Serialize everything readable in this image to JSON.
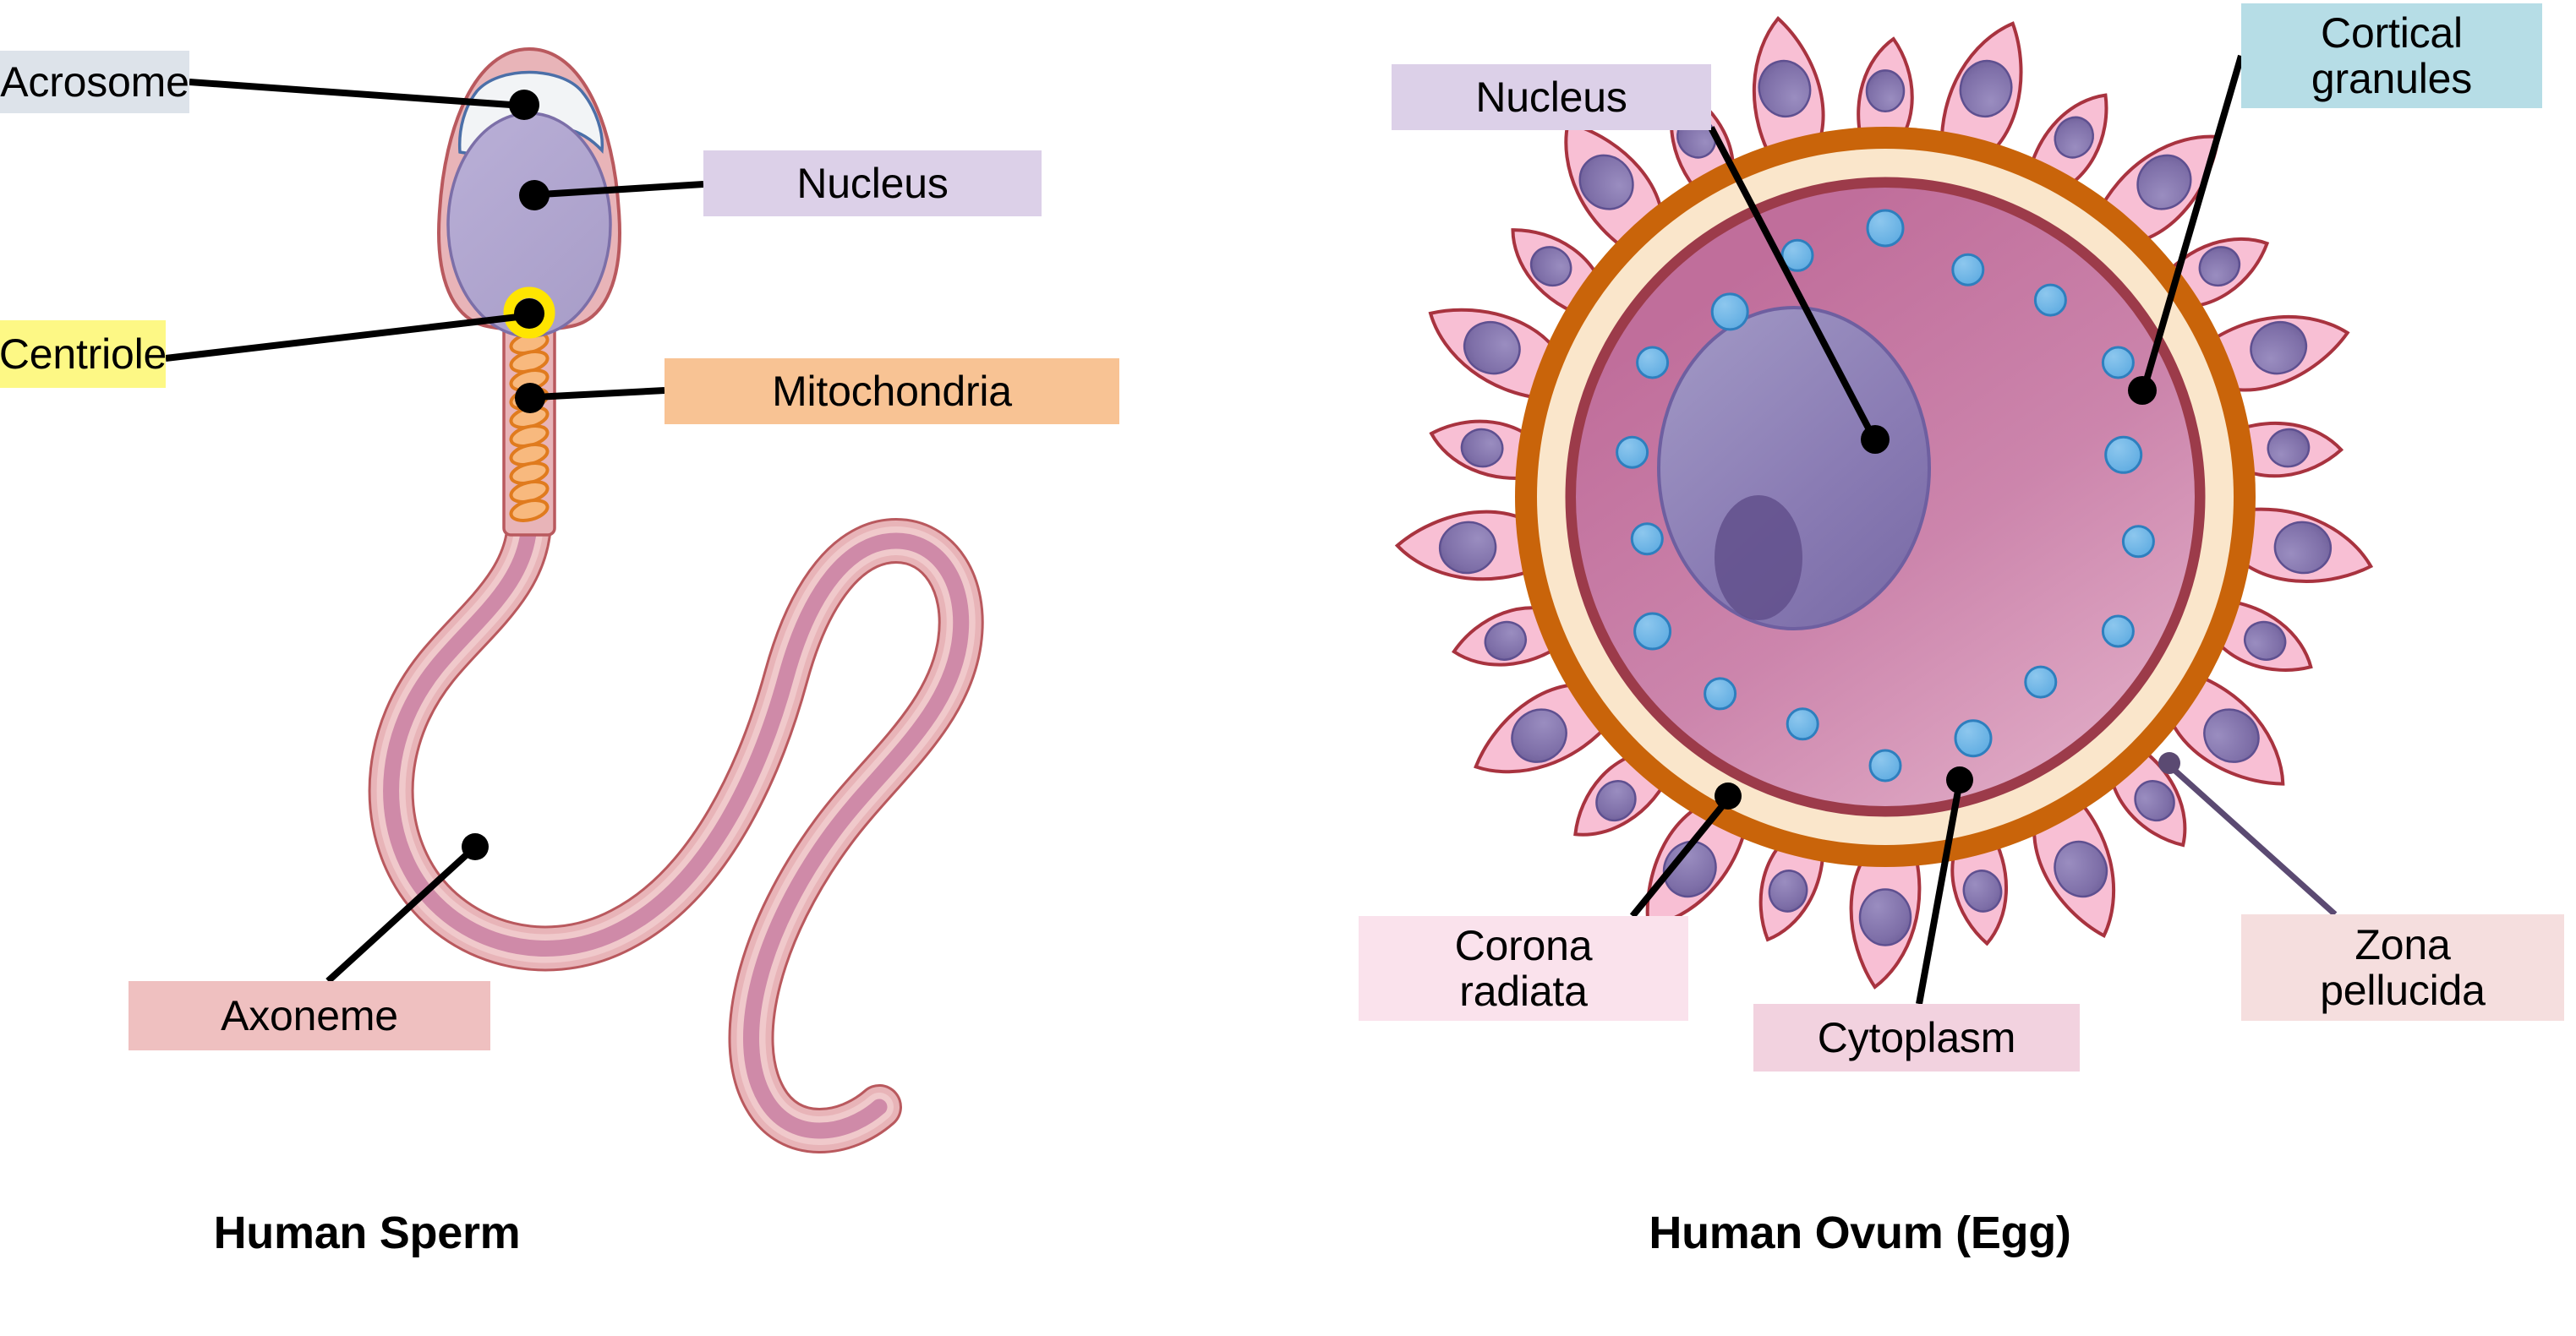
{
  "panels": [
    {
      "id": "sperm",
      "title": "Human Sperm",
      "labels": [
        {
          "id": "acrosome",
          "text": "Acrosome",
          "bg": "#DDE3EA",
          "leader_color": "#000000"
        },
        {
          "id": "nucleus",
          "text": "Nucleus",
          "bg": "#DCD0E8",
          "leader_color": "#000000"
        },
        {
          "id": "centriole",
          "text": "Centriole",
          "bg": "#FDF885",
          "leader_color": "#000000"
        },
        {
          "id": "mitochondria",
          "text": "Mitochondria",
          "bg": "#F8C394",
          "leader_color": "#000000"
        },
        {
          "id": "axoneme",
          "text": "Axoneme",
          "bg": "#EFC0C0",
          "leader_color": "#000000"
        }
      ]
    },
    {
      "id": "ovum",
      "title": "Human Ovum (Egg)",
      "labels": [
        {
          "id": "nucleus",
          "text": "Nucleus",
          "bg": "#DCD0E8",
          "leader_color": "#000000"
        },
        {
          "id": "cortical_granules",
          "text": "Cortical\ngranules",
          "bg": "#B6DDE6",
          "leader_color": "#000000"
        },
        {
          "id": "corona_radiata",
          "text": "Corona\nradiata",
          "bg": "#FAE2EC",
          "leader_color": "#000000"
        },
        {
          "id": "cytoplasm",
          "text": "Cytoplasm",
          "bg": "#F2D2DF",
          "leader_color": "#000000"
        },
        {
          "id": "zona_pellucida",
          "text": "Zona\npellucida",
          "bg": "#F5DEDE",
          "leader_color": "#5B4A72"
        }
      ]
    }
  ],
  "colors": {
    "background": "#FFFFFF",
    "sperm_cytoplasm": "#E8B4B8",
    "sperm_membrane_stroke": "#B9595E",
    "sperm_nucleus": "#B0A6D0",
    "sperm_nucleus_stroke": "#7C6FA8",
    "acrosome_fill": "#F2F4F6",
    "acrosome_stroke": "#4B6FA8",
    "centriole_ring": "#FFE500",
    "centriole_core": "#111111",
    "mitochondria_fill": "#F8B97E",
    "mitochondria_stroke": "#E07B1E",
    "tail_outer": "#E8B4B8",
    "tail_inner": "#CF8AA8",
    "ovum_corona_cell": "#F8BFD4",
    "ovum_corona_stroke": "#A8333F",
    "ovum_corona_nucleus": "#7E6FA8",
    "ovum_zona_outer": "#C9640A",
    "ovum_zona_inner": "#FAE6CB",
    "ovum_plasma_stroke": "#9C3B4A",
    "ovum_cytoplasm": "#C87EA4",
    "ovum_nucleus": "#8A7CB4",
    "ovum_nucleolus": "#61508C",
    "cortical_granule": "#5FAEE3",
    "cortical_granule_stroke": "#2E7FBE",
    "leader_black": "#000000",
    "leader_purple": "#5B4A72",
    "text": "#000000"
  },
  "counts": {
    "cortical_granules_visible": 18,
    "corona_radiata_cells": 26
  }
}
